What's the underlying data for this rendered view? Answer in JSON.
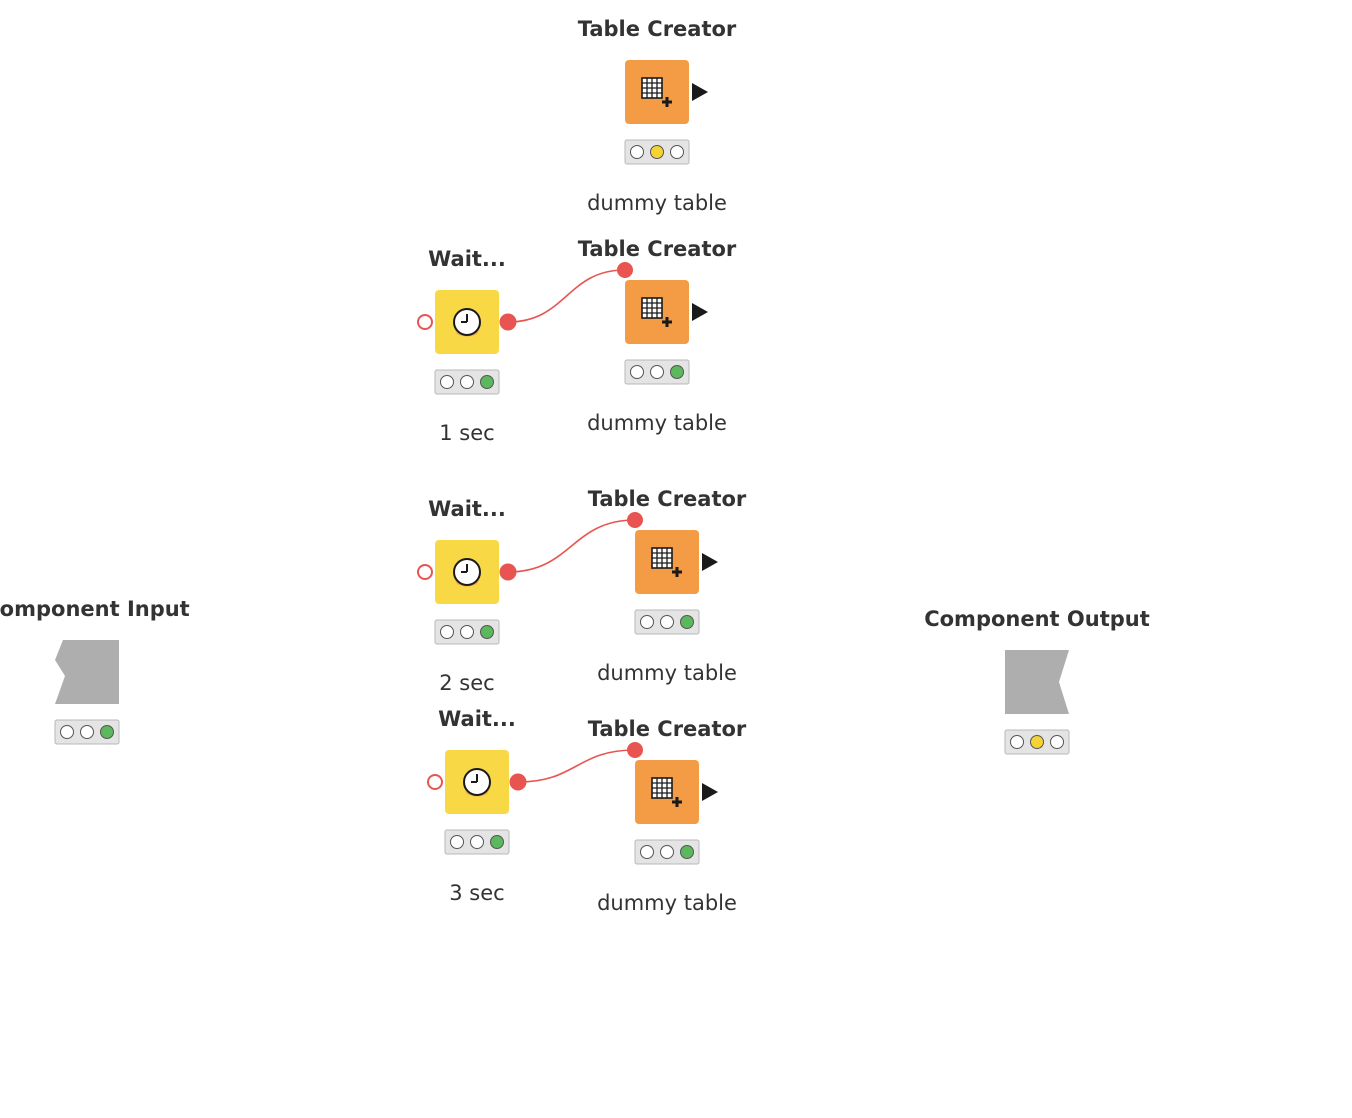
{
  "colors": {
    "connection": "#e85550",
    "source_node": "#f39c45",
    "flow_node": "#f8d945",
    "component_node": "#aeaeae",
    "light_idle": "#ffffff",
    "light_configured": "#f5d334",
    "light_executed": "#5cb85c",
    "port_arrow": "#1a1a1a"
  },
  "nodes": [
    {
      "id": "table-creator-1",
      "kind": "table-creator",
      "title": "Table Creator",
      "label": "dummy table",
      "status": "configured",
      "icon": "table-plus-icon"
    },
    {
      "id": "wait-1",
      "kind": "wait",
      "title": "Wait...",
      "label": "1 sec",
      "status": "executed",
      "icon": "clock-icon"
    },
    {
      "id": "table-creator-2",
      "kind": "table-creator",
      "title": "Table Creator",
      "label": "dummy table",
      "status": "executed",
      "icon": "table-plus-icon"
    },
    {
      "id": "wait-2",
      "kind": "wait",
      "title": "Wait...",
      "label": "2 sec",
      "status": "executed",
      "icon": "clock-icon"
    },
    {
      "id": "table-creator-3",
      "kind": "table-creator",
      "title": "Table Creator",
      "label": "dummy table",
      "status": "executed",
      "icon": "table-plus-icon"
    },
    {
      "id": "wait-3",
      "kind": "wait",
      "title": "Wait...",
      "label": "3 sec",
      "status": "executed",
      "icon": "clock-icon"
    },
    {
      "id": "table-creator-4",
      "kind": "table-creator",
      "title": "Table Creator",
      "label": "dummy table",
      "status": "executed",
      "icon": "table-plus-icon"
    },
    {
      "id": "component-input",
      "kind": "component-input",
      "title": "Component Input",
      "label": "",
      "status": "executed",
      "icon": "component-input-icon"
    },
    {
      "id": "component-output",
      "kind": "component-output",
      "title": "Component Output",
      "label": "",
      "status": "configured",
      "icon": "component-output-icon"
    }
  ],
  "connections": [
    {
      "from": "wait-1",
      "to": "table-creator-2"
    },
    {
      "from": "wait-2",
      "to": "table-creator-3"
    },
    {
      "from": "wait-3",
      "to": "table-creator-4"
    }
  ]
}
